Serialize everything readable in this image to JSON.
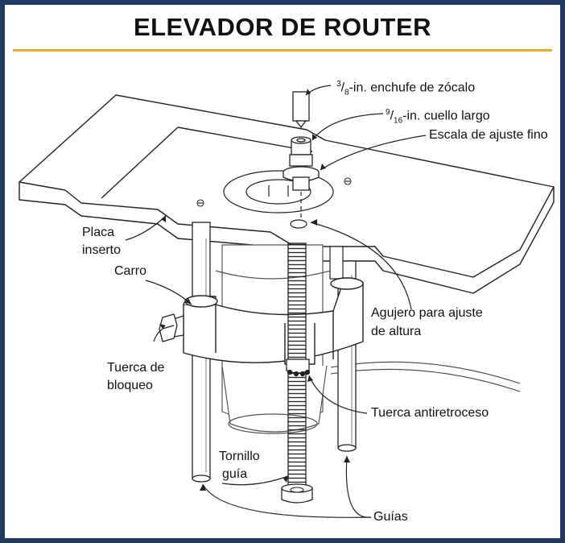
{
  "title": "ELEVADOR DE ROUTER",
  "colors": {
    "frame": "#1f3b63",
    "rule": "#e3ae3a",
    "line": "#222222"
  },
  "labels": {
    "socket_num": "3",
    "socket_den": "8",
    "socket_text": "-in. enchufe de zócalo",
    "collar_num": "9",
    "collar_den": "16",
    "collar_text": "-in. cuello largo",
    "fine_scale": "Escala de ajuste fino",
    "insert_plate_1": "Placa",
    "insert_plate_2": "inserto",
    "carriage": "Carro",
    "height_hole_1": "Agujero para ajuste",
    "height_hole_2": "de altura",
    "lock_nut_1": "Tuerca de",
    "lock_nut_2": "bloqueo",
    "anti_backlash": "Tuerca antiretroceso",
    "lead_screw_1": "Tornillo",
    "lead_screw_2": "guía",
    "guides": "Guías"
  }
}
